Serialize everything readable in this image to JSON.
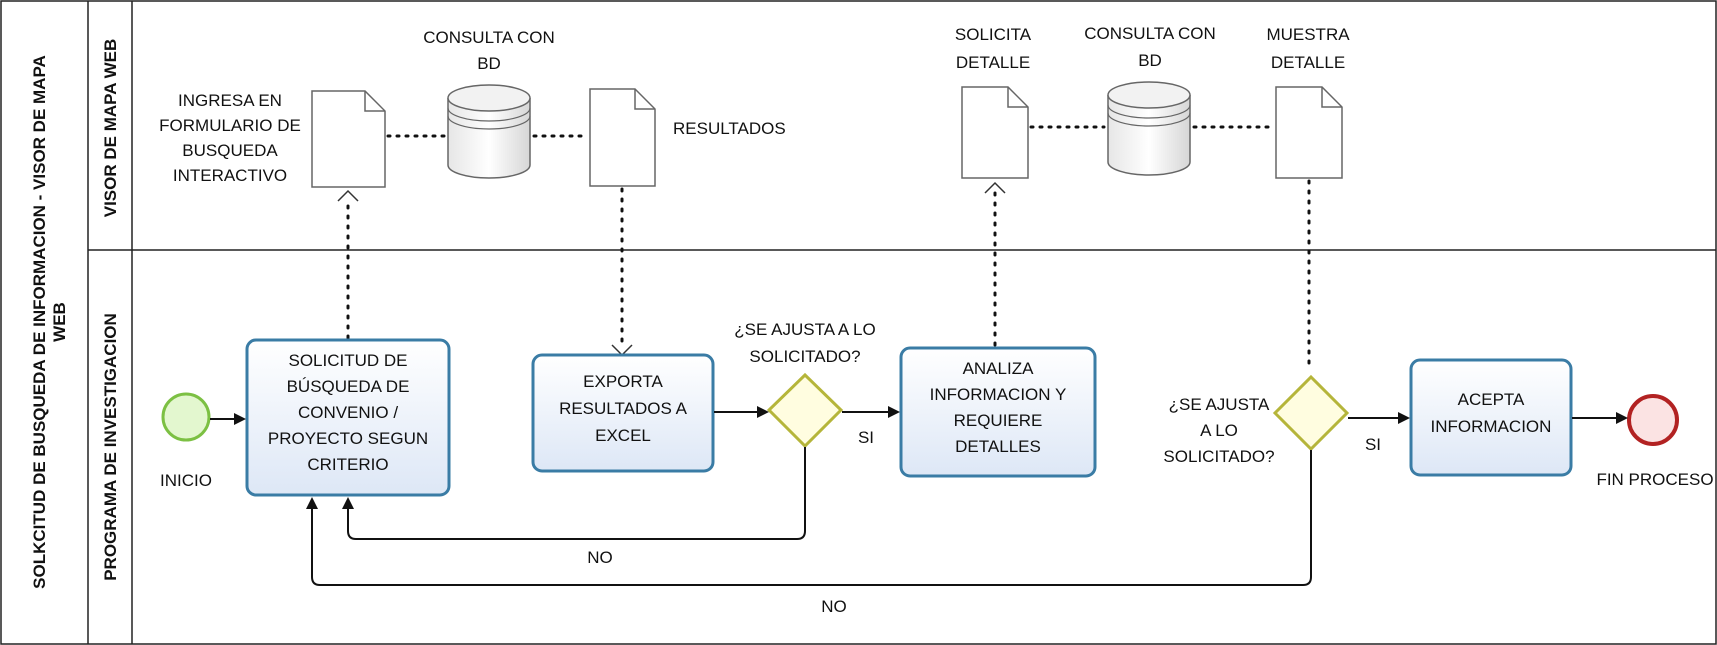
{
  "pool": {
    "title_line1": "SOLKCITUD DE BUSQUEDA DE INFORMACION - VISOR DE MAPA",
    "title_line2": "WEB"
  },
  "lanes": {
    "visor": "VISOR DE MAPA WEB",
    "programa": "PROGRAMA DE INVESTIGACION"
  },
  "visor_lane": {
    "doc1_label": [
      "INGRESA EN",
      "FORMULARIO DE",
      "BUSQUEDA",
      "INTERACTIVO"
    ],
    "db1_label": [
      "CONSULTA CON",
      "BD"
    ],
    "doc2_label": [
      "RESULTADOS"
    ],
    "doc3_label": [
      "SOLICITA",
      "DETALLE"
    ],
    "db2_label": [
      "CONSULTA CON",
      "BD"
    ],
    "doc4_label": [
      "MUESTRA",
      "DETALLE"
    ]
  },
  "programa_lane": {
    "start_label": "INICIO",
    "task1": [
      "SOLICITUD DE",
      "BÚSQUEDA DE",
      "CONVENIO /",
      "PROYECTO SEGUN",
      "CRITERIO"
    ],
    "task2": [
      "EXPORTA",
      "RESULTADOS A",
      "EXCEL"
    ],
    "gateway1_label": [
      "¿SE AJUSTA A LO",
      "SOLICITADO?"
    ],
    "gateway1_yes": "SI",
    "gateway1_no": "NO",
    "task3": [
      "ANALIZA",
      "INFORMACION Y",
      "REQUIERE",
      "DETALLES"
    ],
    "gateway2_label": [
      "¿SE AJUSTA",
      "A LO",
      "SOLICITADO?"
    ],
    "gateway2_yes": "SI",
    "gateway2_no": "NO",
    "task4": [
      "ACEPTA",
      "INFORMACION"
    ],
    "end_label": "FIN PROCESO"
  },
  "colors": {
    "task_border": "#3a7ca5",
    "task_fill": "#eef3fb",
    "start_fill": "#dff5c8",
    "start_border": "#7cc043",
    "end_fill": "#f9e0e0",
    "end_border": "#b22222",
    "gateway_fill": "#fffde0",
    "gateway_border": "#b5b53a"
  }
}
